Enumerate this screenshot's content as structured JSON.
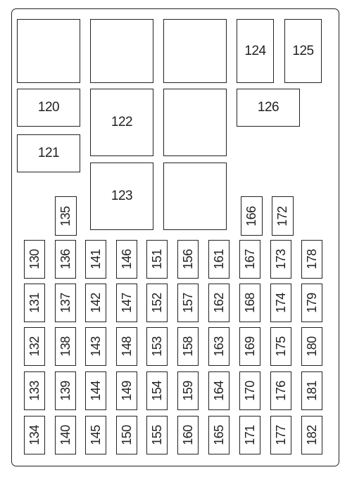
{
  "diagram": {
    "large_blocks": [
      {
        "id": "blank-1",
        "label": ""
      },
      {
        "id": "blank-2",
        "label": ""
      },
      {
        "id": "blank-3",
        "label": ""
      },
      {
        "id": "box-124",
        "label": "124"
      },
      {
        "id": "box-125",
        "label": "125"
      },
      {
        "id": "box-120",
        "label": "120"
      },
      {
        "id": "box-122",
        "label": "122"
      },
      {
        "id": "blank-4",
        "label": ""
      },
      {
        "id": "box-126",
        "label": "126"
      },
      {
        "id": "box-121",
        "label": "121"
      },
      {
        "id": "box-123",
        "label": "123"
      },
      {
        "id": "blank-5",
        "label": ""
      }
    ],
    "single_fuses": [
      {
        "id": "fuse-135",
        "label": "135"
      },
      {
        "id": "fuse-166",
        "label": "166"
      },
      {
        "id": "fuse-172",
        "label": "172"
      }
    ],
    "fuse_grid": [
      [
        "130",
        "136",
        "141",
        "146",
        "151",
        "156",
        "161",
        "167",
        "173",
        "178"
      ],
      [
        "131",
        "137",
        "142",
        "147",
        "152",
        "157",
        "162",
        "168",
        "174",
        "179"
      ],
      [
        "132",
        "138",
        "143",
        "148",
        "153",
        "158",
        "163",
        "169",
        "175",
        "180"
      ],
      [
        "133",
        "139",
        "144",
        "149",
        "154",
        "159",
        "164",
        "170",
        "176",
        "181"
      ],
      [
        "134",
        "140",
        "145",
        "150",
        "155",
        "160",
        "165",
        "171",
        "177",
        "182"
      ]
    ]
  }
}
